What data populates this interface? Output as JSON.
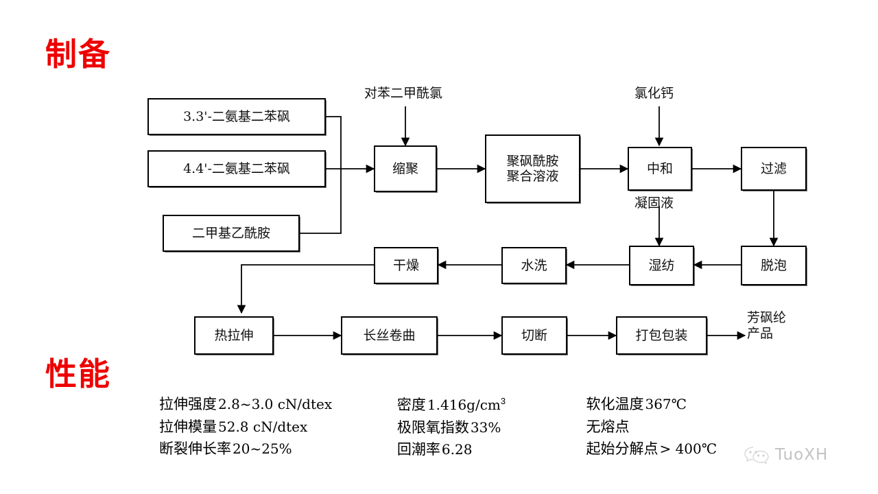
{
  "sections": {
    "preparation_title": "制备",
    "performance_title": "性能"
  },
  "flowchart": {
    "nodes": [
      {
        "id": "n1",
        "label": "3.3'-二氨基二苯砜"
      },
      {
        "id": "n2",
        "label": "4.4'-二氨基二苯砜"
      },
      {
        "id": "n3",
        "label": "二甲基乙酰胺"
      },
      {
        "id": "n4",
        "label": "缩聚"
      },
      {
        "id": "n5",
        "label": "聚砜酰胺\n聚合溶液"
      },
      {
        "id": "n6",
        "label": "中和"
      },
      {
        "id": "n7",
        "label": "过滤"
      },
      {
        "id": "n8",
        "label": "脱泡"
      },
      {
        "id": "n9",
        "label": "湿纺"
      },
      {
        "id": "n10",
        "label": "水洗"
      },
      {
        "id": "n11",
        "label": "干燥"
      },
      {
        "id": "n12",
        "label": "热拉伸"
      },
      {
        "id": "n13",
        "label": "长丝卷曲"
      },
      {
        "id": "n14",
        "label": "切断"
      },
      {
        "id": "n15",
        "label": "打包包装"
      }
    ],
    "labels": [
      {
        "id": "l1",
        "text": "对苯二甲酰氯"
      },
      {
        "id": "l2",
        "text": "氯化钙"
      },
      {
        "id": "l3",
        "text": "凝固液"
      },
      {
        "id": "l4",
        "text": "芳砜纶\n产品"
      }
    ]
  },
  "properties": {
    "columns": [
      {
        "rows": [
          {
            "name": "拉伸强度",
            "value": "2.8~3.0 cN/dtex"
          },
          {
            "name": "拉伸模量",
            "value": "52.8 cN/dtex"
          },
          {
            "name": "断裂伸长率",
            "value": "20~25%"
          }
        ]
      },
      {
        "rows": [
          {
            "name": "密度",
            "value": "1.416g/cm",
            "sup": "3"
          },
          {
            "name": "极限氧指数",
            "value": "33%"
          },
          {
            "name": "回潮率",
            "value": "6.28"
          }
        ]
      },
      {
        "rows": [
          {
            "name": "软化温度",
            "value": "367℃"
          },
          {
            "name": "无熔点",
            "value": ""
          },
          {
            "name": "起始分解点",
            "value": "> 400℃"
          }
        ]
      }
    ]
  },
  "watermark": {
    "icon": "wechat-icon",
    "text": "TuoXH"
  },
  "colors": {
    "accent_red": "#ee0000",
    "line": "#000000",
    "background": "#ffffff"
  }
}
